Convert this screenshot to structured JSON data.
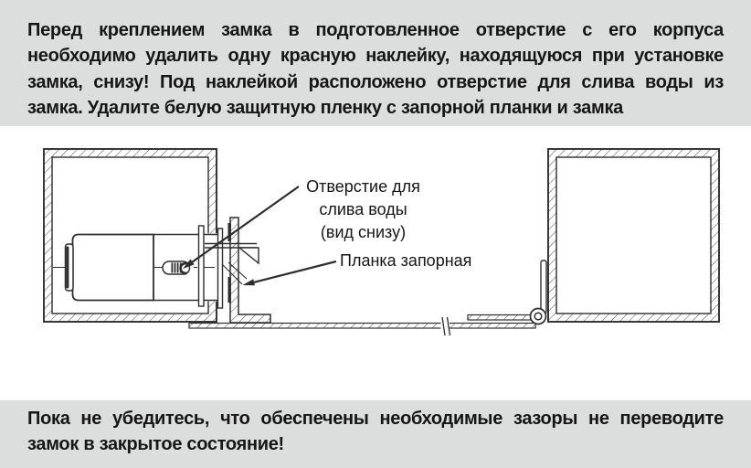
{
  "top_notice": {
    "lines": [
      "Перед креплением замка в подготовленное отверстие с его корпуса",
      "необходимо удалить одну красную наклейку, находящуюся при установке",
      "замка, снизу! Под наклейкой расположено отверстие для слива воды из",
      "замка. Удалите белую защитную пленку с запорной планки и замка"
    ]
  },
  "bottom_notice": {
    "lines": [
      "Пока не убедитесь, что обеспечены необходимые зазоры не переводите",
      "замок в закрытое состояние!"
    ]
  },
  "diagram": {
    "labels": {
      "drain_hole_line1": "Отверстие для",
      "drain_hole_line2": "слива воды",
      "drain_hole_line3": "(вид снизу)",
      "lock_plate": "Планка запорная"
    }
  },
  "colors": {
    "notice_bg": "#dcdddd",
    "diagram_bg": "#ffffff",
    "text": "#161616",
    "line": "#2e2e2e",
    "hatch": "#4a4a4a"
  }
}
